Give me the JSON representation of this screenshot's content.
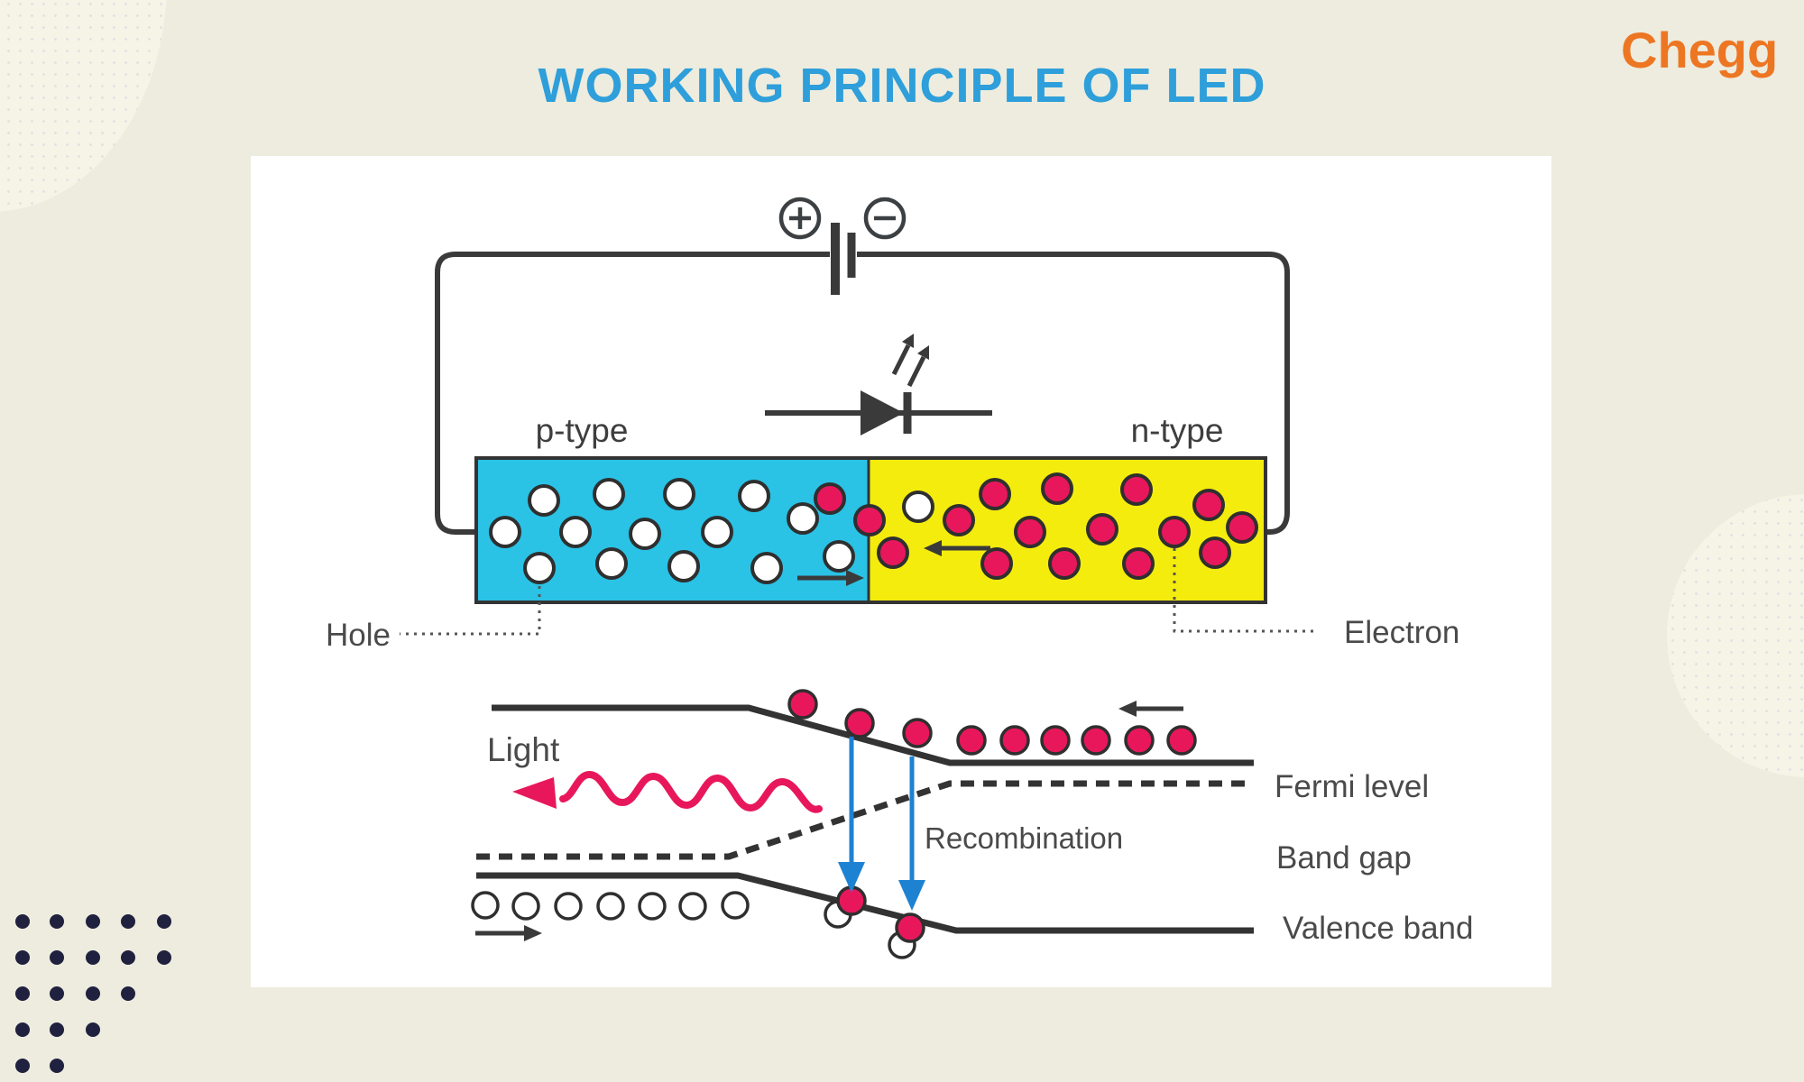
{
  "header": {
    "title": "WORKING PRINCIPLE OF LED",
    "brand": "Chegg"
  },
  "diagram": {
    "labels": {
      "p_type": "p-type",
      "n_type": "n-type",
      "hole": "Hole",
      "electron": "Electron",
      "light": "Light",
      "recombination": "Recombination",
      "fermi_level": "Fermi level",
      "band_gap": "Band gap",
      "valence_band": "Valence band"
    },
    "icons": {
      "battery_positive": "circled-plus",
      "battery_negative": "circled-minus",
      "led": "diode-with-light-arrows",
      "light_wave": "wavy-arrow-left",
      "recombination_arrows": "blue-down-arrows",
      "dots_pattern": "triangular-dot-grid"
    },
    "colors": {
      "title_blue": "#2E9FDA",
      "brand_orange": "#ED7623",
      "page_background": "#EDECDE",
      "blob_cream": "#F5F4E6",
      "panel_white": "#FFFFFF",
      "p_region_cyan": "#2AC2E5",
      "n_region_yellow": "#F4EC0D",
      "electron_red": "#E8175B",
      "hole_white": "#FFFFFF",
      "outline_dark": "#333333",
      "wire_gray": "#3A3A3A",
      "recombination_blue": "#1E82D2",
      "light_wave_red": "#E8175B",
      "label_gray": "#4A4A4A",
      "dots_navy": "#20203F"
    }
  }
}
